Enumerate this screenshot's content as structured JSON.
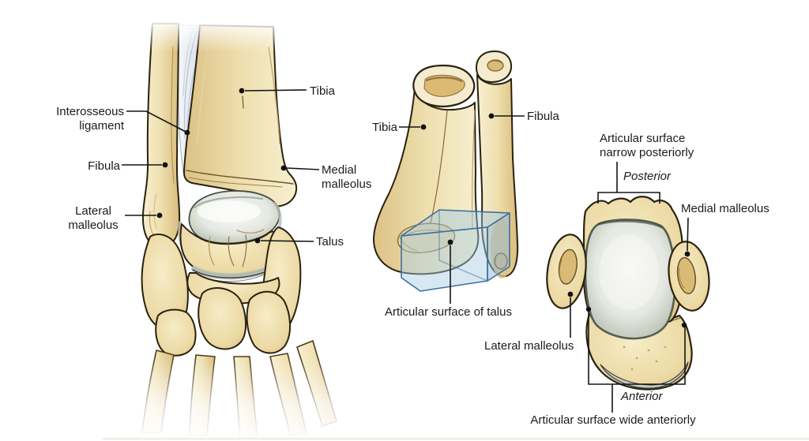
{
  "diagram": {
    "panels": {
      "ankle_anterior": {
        "labels": {
          "interosseous_ligament": [
            "Interosseous",
            "ligament"
          ],
          "fibula": "Fibula",
          "lateral_malleolus": [
            "Lateral",
            "malleolus"
          ],
          "tibia": "Tibia",
          "medial_malleolus": [
            "Medial",
            "malleolus"
          ],
          "talus": "Talus"
        }
      },
      "tibia_fibula_distal": {
        "labels": {
          "tibia": "Tibia",
          "fibula": "Fibula",
          "articular_surface_of_talus": "Articular surface of talus"
        }
      },
      "talus_superior": {
        "labels": {
          "narrow_posteriorly": [
            "Articular surface",
            "narrow posteriorly"
          ],
          "posterior": "Posterior",
          "medial_malleolus": "Medial malleolus",
          "lateral_malleolus": "Lateral malleolus",
          "anterior": "Anterior",
          "wide_anteriorly": "Articular surface wide anteriorly"
        }
      }
    },
    "colors": {
      "background": "#ffffff",
      "bone": "#ecd9a4",
      "bone_light": "#f7efd2",
      "bone_shadow": "#c9a55e",
      "outline": "#2a220f",
      "cartilage": "#ccd2c9",
      "cartilage_light": "#f4f6f1",
      "membrane": "#e9eef3",
      "box_fill": "#a9cbe4",
      "box_stroke": "#3c6f9f",
      "label_text": "#1b1b1b"
    }
  }
}
